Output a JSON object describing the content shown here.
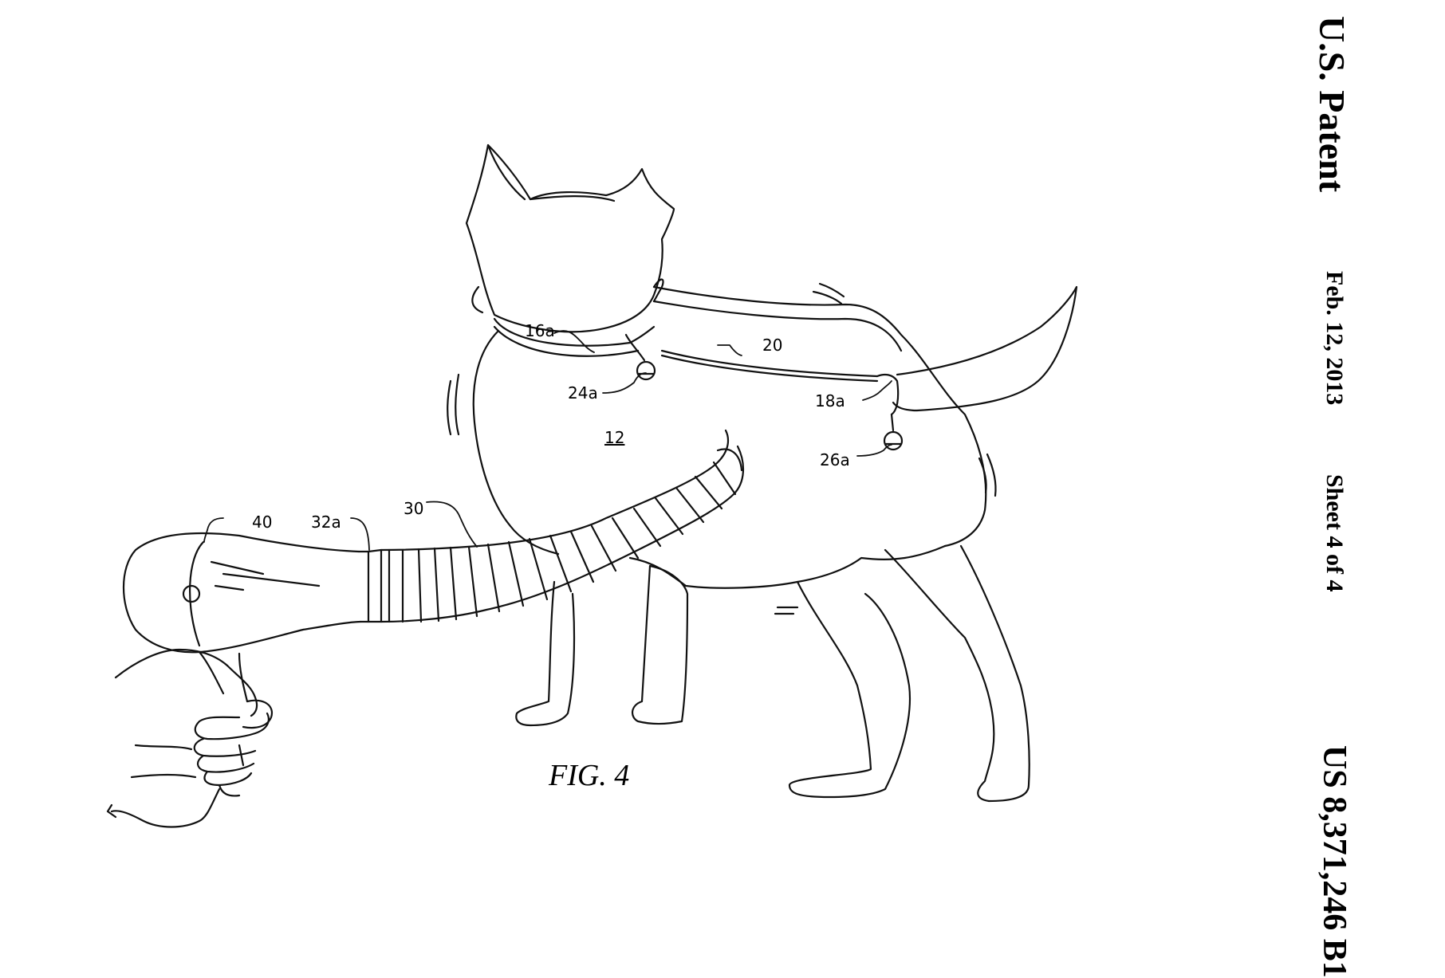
{
  "header": {
    "title": "U.S. Patent",
    "date": "Feb. 12, 2013",
    "sheet": "Sheet 4 of 4",
    "patent_number": "US 8,371,246 B1"
  },
  "figure": {
    "caption": "FIG. 4"
  },
  "labels": {
    "body": "12",
    "collar_strap": "16a",
    "closure": "20",
    "tail_strap": "18a",
    "bell_front": "24a",
    "bell_rear": "26a",
    "hose": "30",
    "hose_connector": "32a",
    "dryer": "40"
  }
}
